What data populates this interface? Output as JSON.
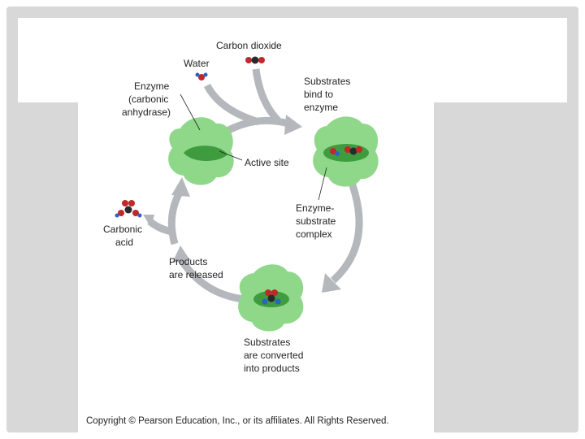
{
  "diagram": {
    "labels": {
      "carbon_dioxide": "Carbon dioxide",
      "water": "Water",
      "enzyme_line1": "Enzyme",
      "enzyme_line2": "(carbonic",
      "enzyme_line3": "anhydrase)",
      "substrates_bind_1": "Substrates",
      "substrates_bind_2": "bind to",
      "substrates_bind_3": "enzyme",
      "active_site": "Active site",
      "carbonic_acid_1": "Carbonic",
      "carbonic_acid_2": "acid",
      "es_complex_1": "Enzyme-",
      "es_complex_2": "substrate",
      "es_complex_3": "complex",
      "products_released_1": "Products",
      "products_released_2": "are released",
      "converted_1": "Substrates",
      "converted_2": "are converted",
      "converted_3": "into products"
    },
    "copyright": "Copyright © Pearson Education, Inc., or its affiliates. All Rights Reserved."
  },
  "colors": {
    "frame": "#d8d8d8",
    "enzyme_light": "#8fd88a",
    "enzyme_dark": "#3e9c3e",
    "arrow": "#b4b8bc",
    "atom_red": "#c0282a",
    "atom_dark": "#2a2a2a",
    "atom_blue": "#2a62c8"
  }
}
